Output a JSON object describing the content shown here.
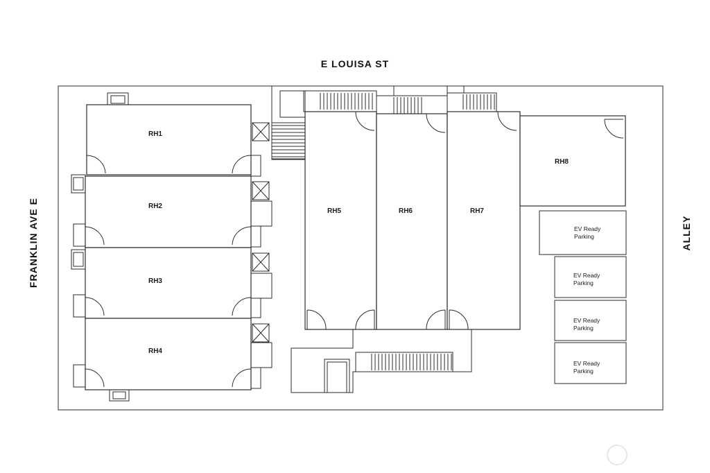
{
  "streets": {
    "north": "E  LOUISA  ST",
    "west": "FRANKLIN AVE E",
    "east": "ALLEY"
  },
  "units": [
    "RH1",
    "RH2",
    "RH3",
    "RH4",
    "RH5",
    "RH6",
    "RH7",
    "RH8"
  ],
  "parking": [
    {
      "line1": "EV Ready",
      "line2": "Parking"
    },
    {
      "line1": "EV Ready",
      "line2": "Parking"
    },
    {
      "line1": "EV Ready",
      "line2": "Parking"
    },
    {
      "line1": "EV Ready",
      "line2": "Parking"
    }
  ],
  "colors": {
    "line": "#2b2b2b",
    "background": "#ffffff"
  }
}
